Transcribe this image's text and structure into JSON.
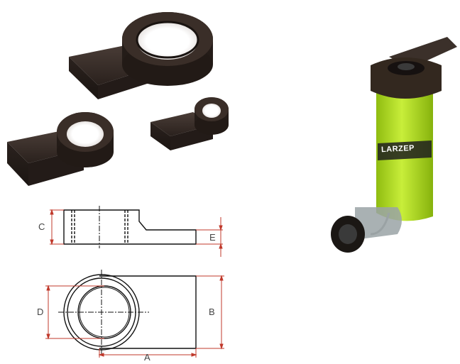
{
  "brand_text": "LARZEP",
  "dimension_labels": {
    "a": "A",
    "b": "B",
    "c": "C",
    "d": "D",
    "e": "E"
  },
  "colors": {
    "accent_dimension": "#c0392b",
    "adapter_dark": "#2e2622",
    "cylinder_green": "#b7e22a"
  }
}
